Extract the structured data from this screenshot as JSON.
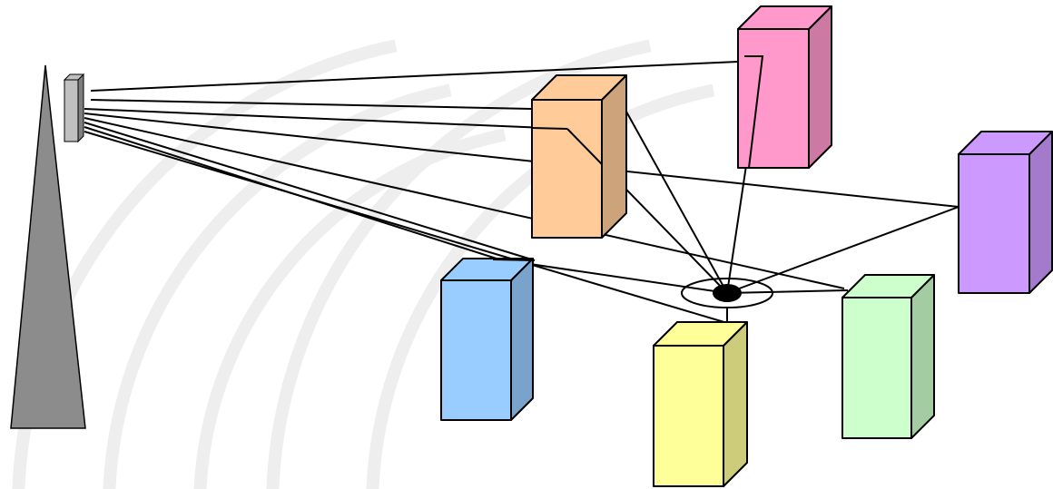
{
  "diagram": {
    "type": "multipath-propagation",
    "background": "#ffffff",
    "watermark_color": "#eeeeee",
    "tower": {
      "name": "transmitter-tower",
      "fill": "#8c8c8c"
    },
    "antenna": {
      "name": "antenna-panel",
      "front": "#c0c0c0",
      "side": "#7f7f7f"
    },
    "receiver": {
      "name": "receiver",
      "fill": "#000000"
    },
    "buildings": [
      {
        "id": "pink",
        "front": "#ff99cc",
        "side": "#cc7aa3",
        "top": "#ff99cc"
      },
      {
        "id": "orange",
        "front": "#ffcc99",
        "side": "#cca37a",
        "top": "#ffcc99"
      },
      {
        "id": "purple",
        "front": "#cc99ff",
        "side": "#a37acc",
        "top": "#cc99ff"
      },
      {
        "id": "blue",
        "front": "#99ccff",
        "side": "#7aa3cc",
        "top": "#99ccff"
      },
      {
        "id": "yellow",
        "front": "#ffff99",
        "side": "#cccc7a",
        "top": "#ffff99"
      },
      {
        "id": "green",
        "front": "#ccffcc",
        "side": "#a3cca3",
        "top": "#ccffcc"
      }
    ],
    "signal_paths": 9
  }
}
